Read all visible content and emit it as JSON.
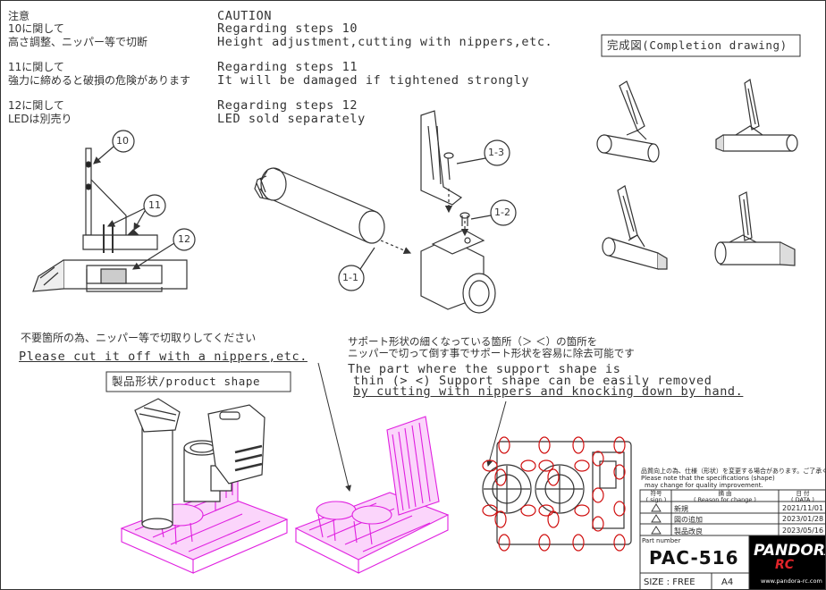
{
  "notes_jp": {
    "title": "注意",
    "step10_head": "10に関して",
    "step10_body": "高さ調整、ニッパー等で切断",
    "step11_head": "11に関して",
    "step11_body": "強力に締めると破損の危険があります",
    "step12_head": "12に関して",
    "step12_body": "LEDは別売り"
  },
  "notes_en": {
    "title": "CAUTION",
    "step10_head": "Regarding steps 10",
    "step10_body": "Height adjustment,cutting with nippers,etc.",
    "step11_head": "Regarding steps 11",
    "step11_body": "It will be damaged if tightened strongly",
    "step12_head": "Regarding steps 12",
    "step12_body": "LED sold separately"
  },
  "callouts": {
    "c10": "10",
    "c11": "11",
    "c12": "12",
    "c1_1": "1-1",
    "c1_2": "1-2",
    "c1_3": "1-3"
  },
  "completion_label": "完成図(Completion drawing)",
  "cut_note": {
    "jp": "不要箇所の為、ニッパー等で切取りしてください",
    "en": "Please cut it off with a nippers,etc."
  },
  "product_label": "製品形状/product shape",
  "support_note": {
    "jp1": "サポート形状の細くなっている箇所（＞ ＜）の箇所を",
    "jp2": "ニッパーで切って倒す事でサポート形状を容易に除去可能です",
    "en1": "The part where the support shape is",
    "en2": "thin (> <) Support shape can be easily removed",
    "en3": "by cutting with nippers and knocking down by hand."
  },
  "title_block": {
    "notice_jp": "品質向上の為、仕様（形状）を変更する場合があります。ご了承ください。",
    "notice_en1": "Please note that the specifications (shape)",
    "notice_en2": "may change for quality improvement.",
    "col_sign": "符号\n( sign )",
    "col_reason": "摘 由\n( Reason for change )",
    "col_date": "日 付\n( DATA )",
    "rows": [
      {
        "reason": "新規",
        "date": "2021/11/01"
      },
      {
        "reason": "図の追加",
        "date": "2023/01/28"
      },
      {
        "reason": "製品改良",
        "date": "2023/05/16"
      }
    ],
    "part_number_label": "Part number",
    "part_number": "PAC-516",
    "size_label": "SIZE : FREE",
    "paper": "A4",
    "brand": "PANDORA",
    "brand_sub": "RC",
    "brand_url": "www.pandora-rc.com"
  }
}
